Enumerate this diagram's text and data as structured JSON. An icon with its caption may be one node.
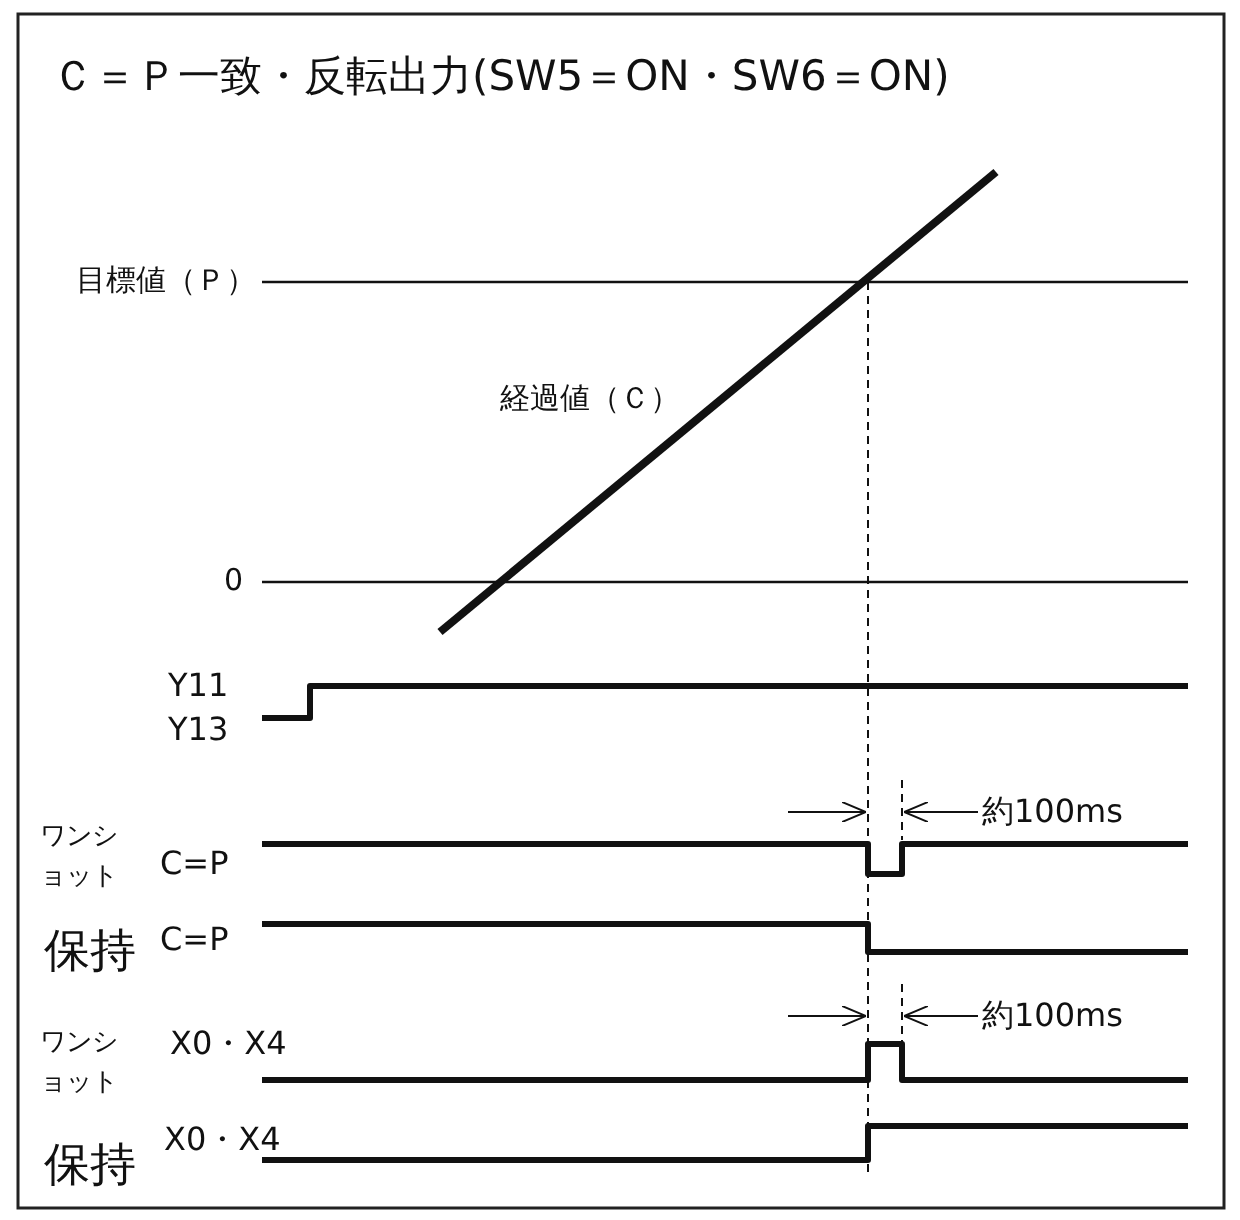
{
  "diagram": {
    "title": "Ｃ＝Ｐ一致・反転出力(SW5＝ON・SW6＝ON)",
    "labels": [
      "目標値（Ｐ）",
      "経過値（Ｃ）",
      "0",
      "Y11",
      "Y13",
      "約100ms",
      "ワンショット",
      "C=P",
      "保持",
      "C=P",
      "約100ms",
      "ワンショット",
      "X0・X4",
      "保持",
      "X0・X4"
    ]
  }
}
